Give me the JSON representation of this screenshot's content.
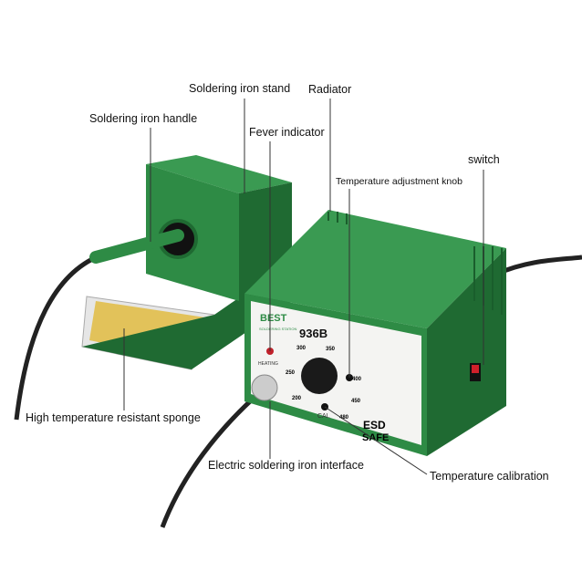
{
  "labels": {
    "stand": "Soldering iron stand",
    "radiator": "Radiator",
    "handle": "Soldering iron handle",
    "fever": "Fever indicator",
    "switch": "switch",
    "knob": "Temperature adjustment knob",
    "sponge": "High temperature resistant sponge",
    "interface": "Electric soldering iron interface",
    "calibration": "Temperature calibration"
  },
  "panel": {
    "brand": "BEST",
    "subtitle": "SOLDERING STATION",
    "model": "936B",
    "heating": "HEATING",
    "cal": "CAL",
    "esd1": "ESD",
    "esd2": "SAFE",
    "dial": [
      "200",
      "250",
      "300",
      "350",
      "400",
      "450",
      "480"
    ]
  },
  "colors": {
    "body": "#2e8b45",
    "body_dark": "#1f6a32",
    "panel": "#f4f4f2",
    "sponge": "#e2c25a",
    "knob": "#1a1a1a"
  }
}
